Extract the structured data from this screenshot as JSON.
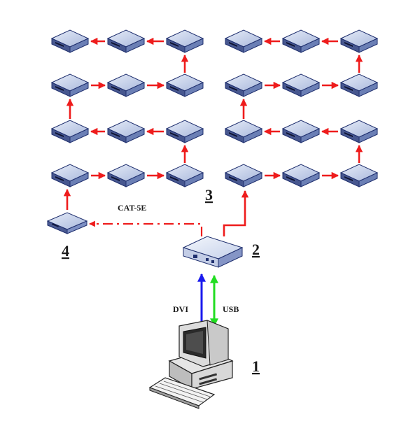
{
  "labels": {
    "pc_number": "1",
    "main_unit_number": "2",
    "chain_number": "3",
    "remote_number": "4",
    "cable_label": "CAT-5E",
    "dvi_label": "DVI",
    "usb_label": "USB"
  },
  "colors": {
    "chain_arrow": "#ee1c1c",
    "dvi_arrow": "#1a1aee",
    "usb_arrow": "#22dd22",
    "device_top": "#c8d4ec",
    "device_side": "#6b7fb5",
    "device_outline": "#1f2f6e"
  },
  "icons": {
    "receiver": "receiver-box-icon",
    "main_unit": "transmitter-box-icon",
    "remote": "remote-receiver-icon",
    "computer": "desktop-computer-icon"
  }
}
